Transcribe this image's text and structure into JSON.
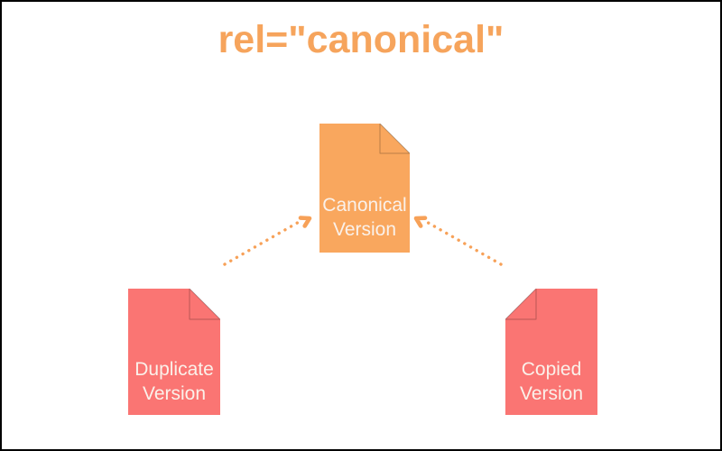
{
  "title": "rel=\"canonical\"",
  "documents": {
    "canonical": {
      "line1": "Canonical",
      "line2": "Version"
    },
    "duplicate": {
      "line1": "Duplicate",
      "line2": "Version"
    },
    "copied": {
      "line1": "Copied",
      "line2": "Version"
    }
  },
  "colors": {
    "title_orange": "#F6A45C",
    "doc_orange": "#F9A75E",
    "doc_red": "#FA7573",
    "arrow_orange": "#F7A158",
    "doc_label_text": "#FAF1EA",
    "fold_edge": "rgba(0,0,0,0.25)",
    "canvas_border": "#000000",
    "canvas_background": "#FFFFFF"
  }
}
